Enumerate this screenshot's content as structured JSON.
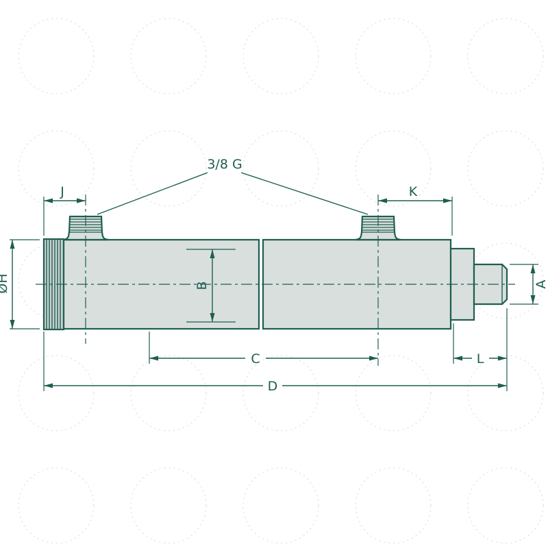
{
  "diagram": {
    "type": "technical-drawing",
    "subject": "hydraulic cylinder dimensional diagram",
    "labels": {
      "thread": "3/8 G",
      "j": "J",
      "k": "K",
      "oh": "ØH",
      "b": "B",
      "a": "A",
      "c": "C",
      "l": "L",
      "d": "D"
    },
    "colors": {
      "line": "#1e5e50",
      "fill": "#d8dfdd",
      "fill_dark": "#c9d2d0",
      "watermark": "#c6cccb",
      "background": "#ffffff"
    }
  }
}
